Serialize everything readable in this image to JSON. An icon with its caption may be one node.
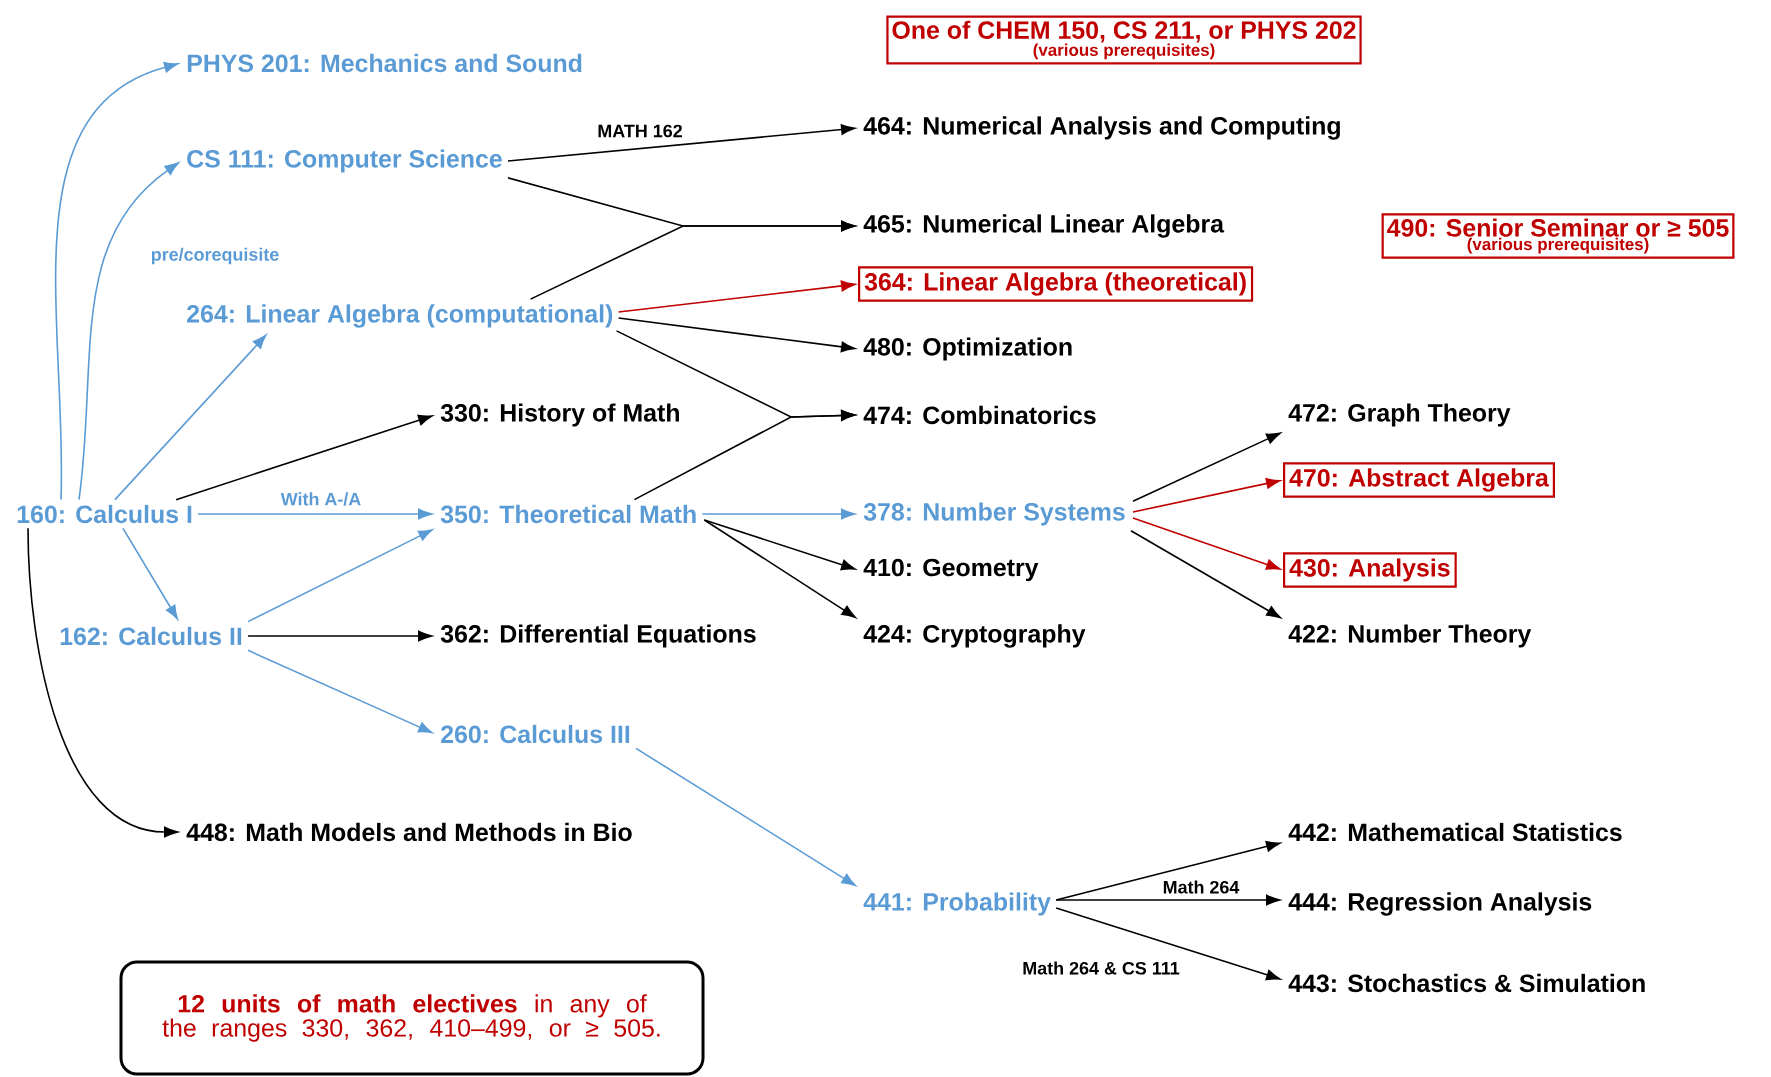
{
  "diagram": {
    "nodes": [
      {
        "text": [
          "PHYS 201: Mechanics and Sound"
        ]
      },
      {
        "text": [
          "CS 111: Computer Science"
        ]
      },
      {
        "text": [
          "264: Linear Algebra (computational)"
        ]
      },
      {
        "text": [
          "160: Calculus I"
        ]
      },
      {
        "text": [
          "162: Calculus II"
        ]
      },
      {
        "text": [
          "330: History of Math"
        ]
      },
      {
        "text": [
          "350: Theoretical Math"
        ]
      },
      {
        "text": [
          "362: Differential Equations"
        ]
      },
      {
        "text": [
          "260: Calculus III"
        ]
      },
      {
        "text": [
          "448: Math Models and Methods in Bio"
        ]
      },
      {
        "text": [
          "441: Probability"
        ]
      },
      {
        "text": [
          "One of CHEM 150, CS 211, or PHYS 202",
          "(various prerequisites)"
        ]
      },
      {
        "text": [
          "464: Numerical Analysis and Computing"
        ]
      },
      {
        "text": [
          "465: Numerical Linear Algebra"
        ]
      },
      {
        "text": [
          "364: Linear Algebra (theoretical)"
        ]
      },
      {
        "text": [
          "480: Optimization"
        ]
      },
      {
        "text": [
          "474: Combinatorics"
        ]
      },
      {
        "text": [
          "378: Number Systems"
        ]
      },
      {
        "text": [
          "410: Geometry"
        ]
      },
      {
        "text": [
          "424: Cryptography"
        ]
      },
      {
        "text": [
          "490: Senior Seminar or ≥ 505",
          "(various prerequisites)"
        ]
      },
      {
        "text": [
          "472: Graph Theory"
        ]
      },
      {
        "text": [
          "470: Abstract Algebra"
        ]
      },
      {
        "text": [
          "430: Analysis"
        ]
      },
      {
        "text": [
          "422: Number Theory"
        ]
      },
      {
        "text": [
          "442: Mathematical Statistics"
        ]
      },
      {
        "text": [
          "444: Regression Analysis"
        ]
      },
      {
        "text": [
          "443: Stochastics & Simulation"
        ]
      },
      {
        "text": [
          "**12 units of math electives** in any of the ranges 330, 362, 410–499, or ≥ 505."
        ]
      }
    ],
    "edges": [
      {
        "from": 3,
        "to": 0,
        "arrow": "to",
        "color": "#5b9bd5"
      },
      {
        "from": 3,
        "to": 1,
        "arrow": "to",
        "color": "#5b9bd5",
        "label": "pre/corequisite"
      },
      {
        "from": 3,
        "to": 2,
        "arrow": "to",
        "color": "#5b9bd5"
      },
      {
        "from": 3,
        "to": 5,
        "arrow": "to"
      },
      {
        "from": 3,
        "to": 6,
        "arrow": "to",
        "color": "#5b9bd5",
        "label": "With A-/A"
      },
      {
        "from": 3,
        "to": 4,
        "arrow": "to",
        "color": "#5b9bd5"
      },
      {
        "from": 3,
        "to": 9,
        "arrow": "to"
      },
      {
        "from": 4,
        "to": 6,
        "arrow": "to",
        "color": "#5b9bd5"
      },
      {
        "from": 4,
        "to": 7,
        "arrow": "to"
      },
      {
        "from": 4,
        "to": 8,
        "arrow": "to",
        "color": "#5b9bd5"
      },
      {
        "from": 8,
        "to": 10,
        "arrow": "to",
        "color": "#5b9bd5"
      },
      {
        "from": 1,
        "to": 12,
        "arrow": "to",
        "label": "MATH 162"
      },
      {
        "from": 1,
        "to": 13,
        "arrow": "to"
      },
      {
        "from": 2,
        "to": 13,
        "arrow": "to"
      },
      {
        "from": 2,
        "to": 14,
        "arrow": "to",
        "color": "#c00000"
      },
      {
        "from": 2,
        "to": 15,
        "arrow": "to"
      },
      {
        "from": 2,
        "to": 16,
        "arrow": "to"
      },
      {
        "from": 6,
        "to": 16,
        "arrow": "to"
      },
      {
        "from": 6,
        "to": 17,
        "arrow": "to",
        "color": "#5b9bd5"
      },
      {
        "from": 6,
        "to": 18,
        "arrow": "to"
      },
      {
        "from": 6,
        "to": 19,
        "arrow": "to"
      },
      {
        "from": 17,
        "to": 21,
        "arrow": "to"
      },
      {
        "from": 17,
        "to": 22,
        "arrow": "to",
        "color": "#c00000"
      },
      {
        "from": 17,
        "to": 23,
        "arrow": "to",
        "color": "#c00000"
      },
      {
        "from": 17,
        "to": 24,
        "arrow": "to"
      },
      {
        "from": 10,
        "to": 25,
        "arrow": "to"
      },
      {
        "from": 10,
        "to": 26,
        "arrow": "to",
        "label": "Math 264"
      },
      {
        "from": 10,
        "to": 27,
        "arrow": "to",
        "label": "Math 264 & CS 111"
      }
    ]
  }
}
